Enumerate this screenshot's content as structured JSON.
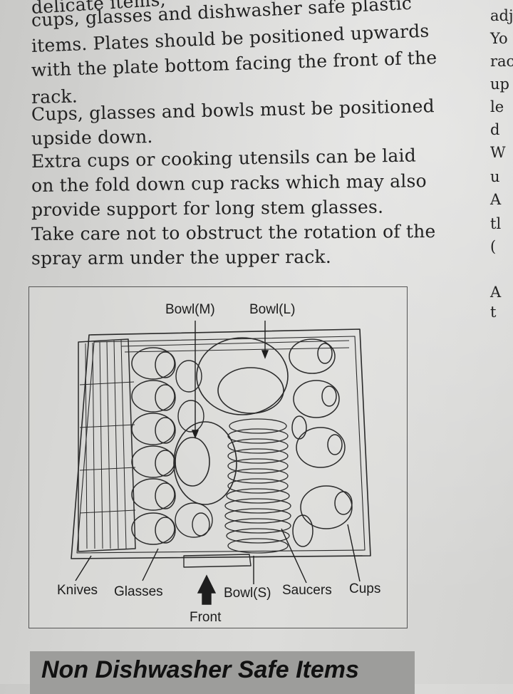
{
  "body_text": {
    "lines": [
      "delicate items,",
      "cups, glasses and dishwasher safe plastic",
      "items. Plates should be positioned upwards",
      "with the plate bottom facing the front of the",
      "rack.",
      "Cups, glasses and bowls must be positioned",
      "upside down.",
      "Extra cups or cooking utensils can be laid",
      "on the fold down cup racks which may also",
      "provide support for long stem glasses.",
      "Take care not to obstruct the rotation of the",
      "spray arm under the upper rack."
    ]
  },
  "right_column": {
    "fragments": [
      "adj",
      "Yo",
      "rac",
      "up",
      "le",
      "d",
      "W",
      "u",
      "A",
      "tl",
      "(",
      "A",
      "t"
    ]
  },
  "figure": {
    "labels": {
      "bowl_m": "Bowl(M)",
      "bowl_l": "Bowl(L)",
      "knives": "Knives",
      "glasses": "Glasses",
      "bowl_s": "Bowl(S)",
      "saucers": "Saucers",
      "cups": "Cups",
      "front": "Front"
    }
  },
  "section_heading": "Non Dishwasher Safe Items",
  "colors": {
    "paper": "#d6d6d4",
    "ink": "#1e1e1e",
    "heading_bar": "#9d9d9b"
  }
}
